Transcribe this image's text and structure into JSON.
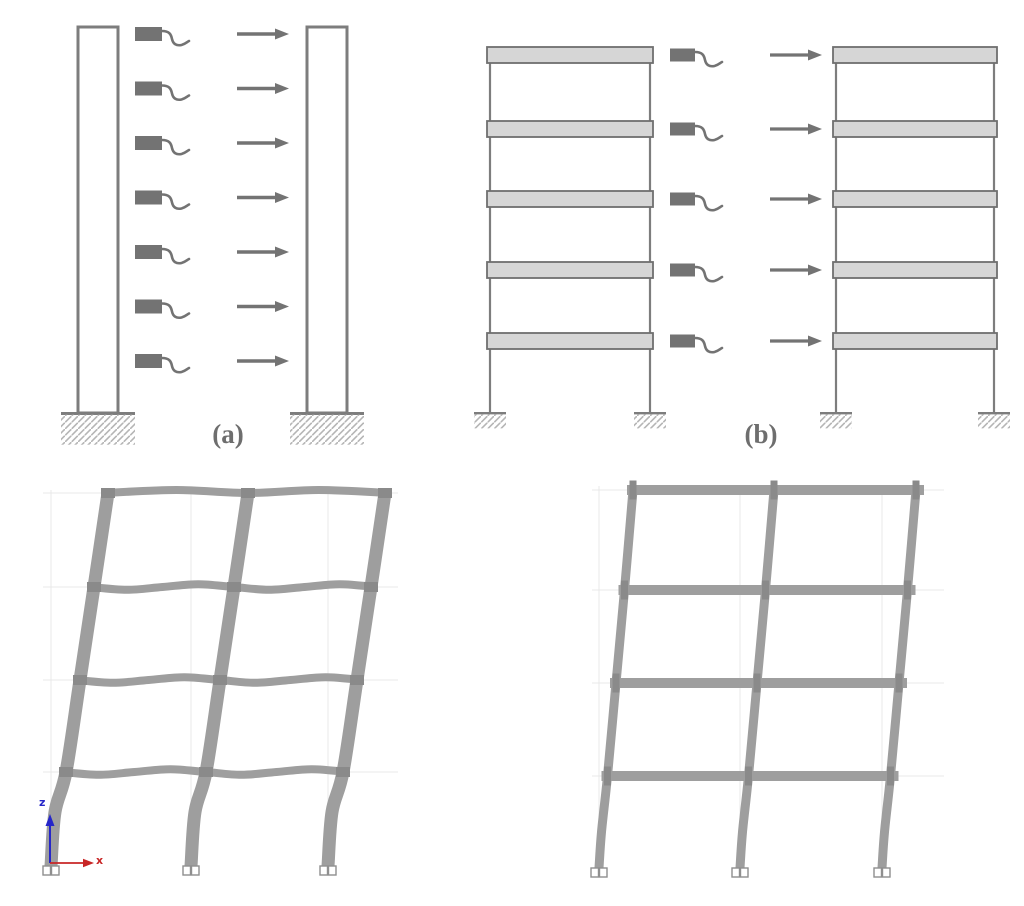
{
  "figure": {
    "background": "#ffffff",
    "panels": {
      "a": {
        "label": "(a)",
        "description": "two cantilever shear walls with story sensors and lateral load arrows",
        "wall_count": 2,
        "load_rows": 7
      },
      "b": {
        "label": "(b)",
        "description": "two five-story frames with story sensors and lateral load arrows",
        "frame_count": 2,
        "story_count": 5,
        "load_rows": 5
      },
      "c": {
        "description": "deformed 4-story 2-bay frame with wavy flexible beams and reference axes",
        "story_count": 4,
        "bay_count": 2,
        "column_count": 3,
        "axis_labels": {
          "vertical": "z",
          "horizontal": "x"
        }
      },
      "d": {
        "description": "deformed 4-story 2-bay frame with straight stiff beams",
        "story_count": 4,
        "bay_count": 2,
        "column_count": 3
      }
    },
    "icons": {
      "sensor-icon": "dark filled rectangle with trailing cable squiggle",
      "force-arrow-icon": "gray right-pointing arrow",
      "fixed-support-icon": "ground line with diagonal hatching",
      "pin-support-icon": "pair of small white squares at column base",
      "axis-z-icon": "blue upward arrow",
      "axis-x-icon": "red rightward arrow"
    },
    "colors": {
      "outline": "#7d7d7d",
      "dark": "#737373",
      "slab_fill": "#d6d6d6",
      "slab_border": "#6f6f6f",
      "member": "#9e9e9e",
      "joint": "#8a8a8a",
      "hatch": "#b5b5b5",
      "grid": "#e8e8e8",
      "label": "#6e6e6e",
      "support_border": "#8f8f8f",
      "axis_z": "#2626c8",
      "axis_x": "#c82626"
    }
  }
}
